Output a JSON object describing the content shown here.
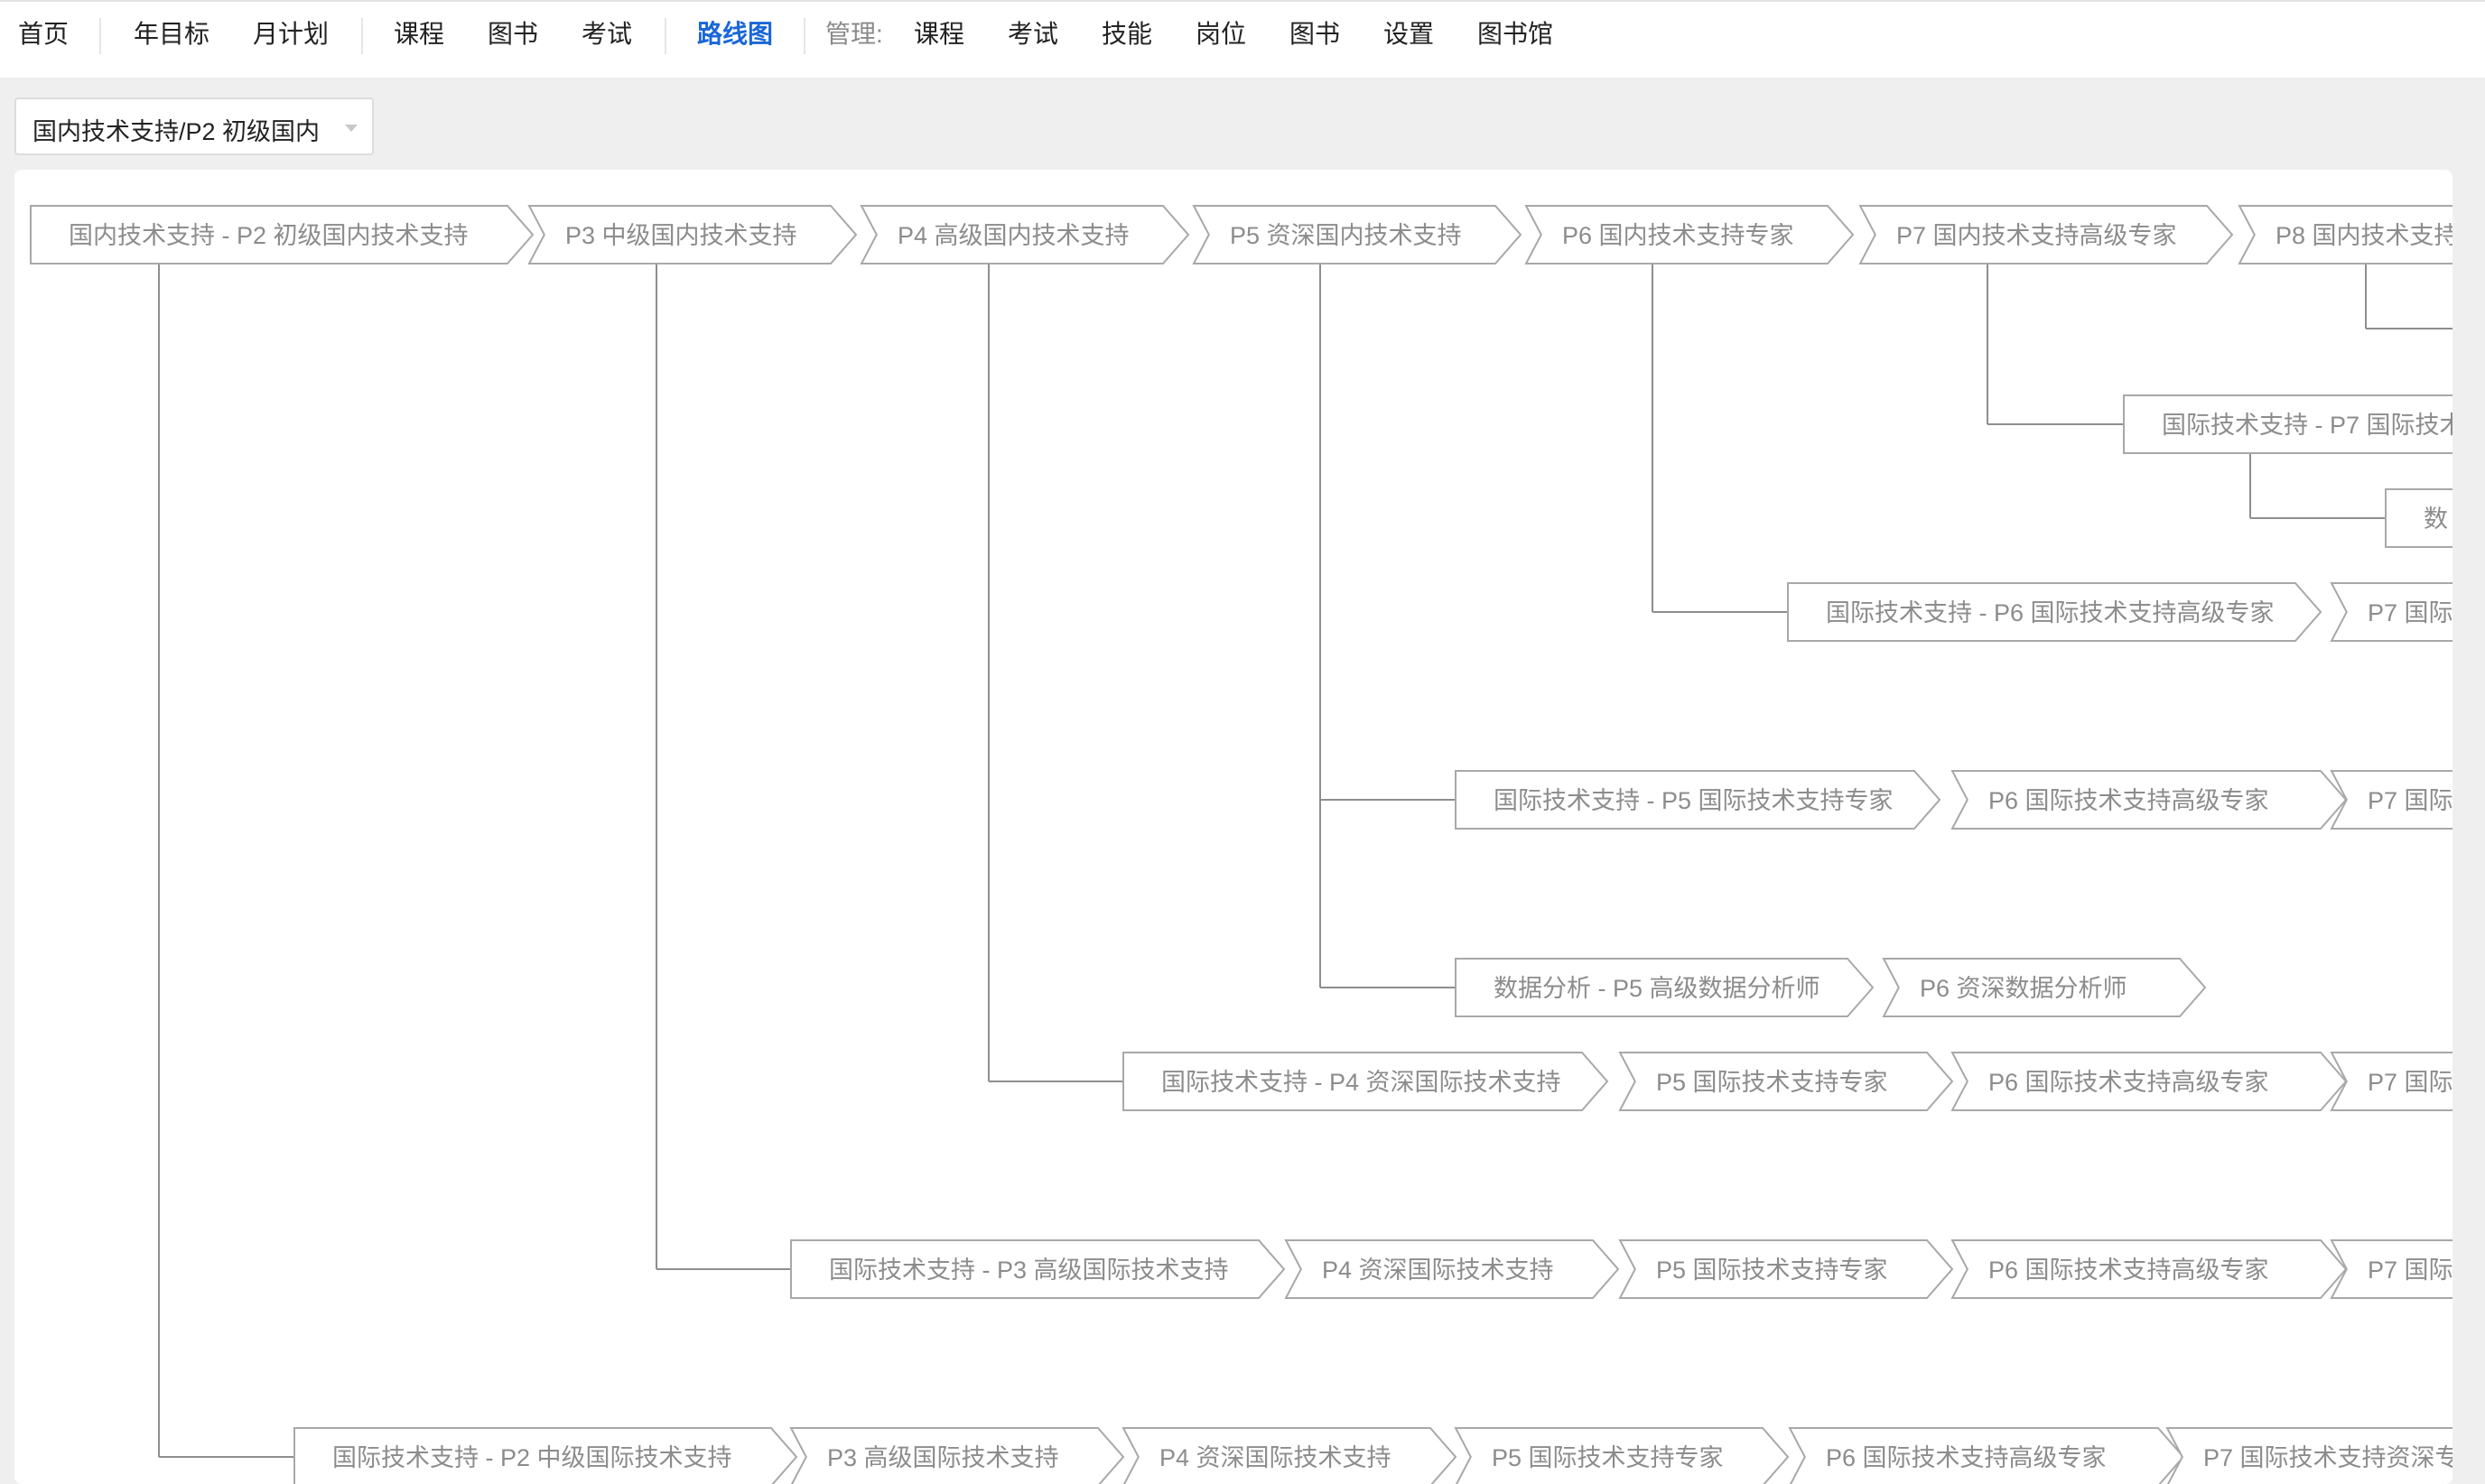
{
  "nav": {
    "home": "首页",
    "yearly_goals": "年目标",
    "monthly_plan": "月计划",
    "courses": "课程",
    "books": "图书",
    "exams": "考试",
    "roadmap": "路线图",
    "manage_label": "管理:",
    "manage_courses": "课程",
    "manage_exams": "考试",
    "manage_skills": "技能",
    "manage_positions": "岗位",
    "manage_books": "图书",
    "manage_settings": "设置",
    "manage_library": "图书馆"
  },
  "selector": {
    "value": "国内技术支持/P2 初级国内"
  },
  "roadmap": {
    "rows": [
      {
        "labels": [
          "国内技术支持 - P2 初级国内技术支持",
          "P3 中级国内技术支持",
          "P4 高级国内技术支持",
          "P5 资深国内技术支持",
          "P6 国内技术支持专家",
          "P7 国内技术支持高级专家",
          "P8 国内技术支持"
        ]
      },
      {
        "labels": []
      },
      {
        "labels": [
          "国际技术支持 - P7 国际技术"
        ]
      },
      {
        "labels": [
          "数"
        ]
      },
      {
        "labels": [
          "国际技术支持 - P6 国际技术支持高级专家",
          "P7 国际"
        ]
      },
      {
        "labels": [
          "国际技术支持 - P5 国际技术支持专家",
          "P6 国际技术支持高级专家",
          "P7 国际"
        ]
      },
      {
        "labels": [
          "数据分析 - P5 高级数据分析师",
          "P6 资深数据分析师"
        ]
      },
      {
        "labels": [
          "国际技术支持 - P4 资深国际技术支持",
          "P5 国际技术支持专家",
          "P6 国际技术支持高级专家",
          "P7 国际"
        ]
      },
      {
        "labels": [
          "国际技术支持 - P3 高级国际技术支持",
          "P4 资深国际技术支持",
          "P5 国际技术支持专家",
          "P6 国际技术支持高级专家",
          "P7 国际"
        ]
      },
      {
        "labels": [
          "国际技术支持 - P2 中级国际技术支持",
          "P3 高级国际技术支持",
          "P4 资深国际技术支持",
          "P5 国际技术支持专家",
          "P6 国际技术支持高级专家",
          "P7 国际技术支持资深专"
        ]
      }
    ]
  }
}
